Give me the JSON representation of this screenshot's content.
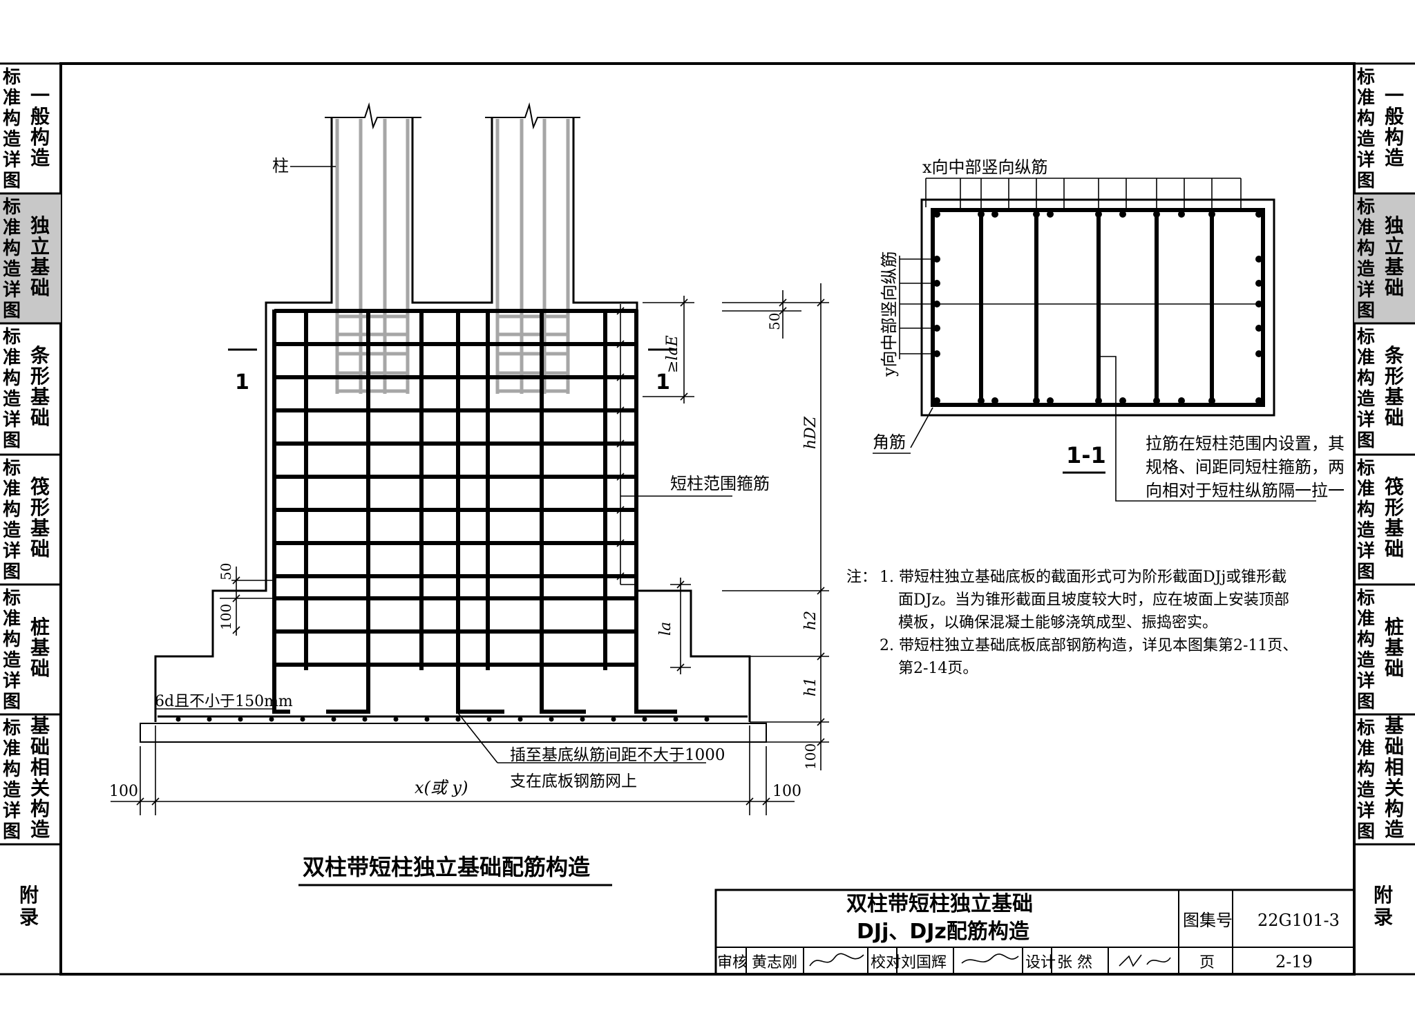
{
  "left_tabs": [
    {
      "label": "一般构造",
      "prefix": "标准构造详图",
      "active": false
    },
    {
      "label": "独立基础",
      "prefix": "标准构造详图",
      "active": true
    },
    {
      "label": "条形基础",
      "prefix": "标准构造详图",
      "active": false
    },
    {
      "label": "筏形基础",
      "prefix": "标准构造详图",
      "active": false
    },
    {
      "label": "桩基础",
      "prefix": "标准构造详图",
      "active": false
    },
    {
      "label": "基础相关构造",
      "prefix": "标准构造详图",
      "active": false
    }
  ],
  "appendix_tab": "附录",
  "main_drawing": {
    "title": "双柱带短柱独立基础配筋构造",
    "label_column": "柱",
    "label_stirrups": "短柱范围箍筋",
    "label_hook": "6d且不小于150mm",
    "label_insert_line1": "插至基底纵筋间距不大于1000",
    "label_insert_line2": "支在底板钢筋网上",
    "label_width": "x(或 y)",
    "dim_100_left": "100",
    "dim_100_right": "100",
    "dim_50_top": "50",
    "dim_50_left": "50",
    "dim_100_step": "100",
    "dim_100_bottom": "100",
    "dim_h_dz": "hDZ",
    "dim_h2": "h2",
    "dim_h1": "h1",
    "dim_lae": "≥laE",
    "dim_la": "la",
    "section_mark": "1"
  },
  "section_drawing": {
    "title": "1-1",
    "label_x_bars": "x向中部竖向纵筋",
    "label_y_bars": "y向中部竖向纵筋",
    "label_corner": "角筋",
    "note_tie": [
      "拉筋在短柱范围内设置，其",
      "规格、间距同短柱箍筋，两",
      "向相对于短柱纵筋隔一拉一"
    ]
  },
  "notes": {
    "prefix": "注：",
    "lines": [
      "1. 带短柱独立基础底板的截面形式可为阶形截面DJj或锥形截",
      "面DJz。当为锥形截面且坡度较大时，应在坡面上安装顶部",
      "模板，以确保混凝土能够浇筑成型、振捣密实。",
      "2. 带短柱独立基础底板底部钢筋构造，详见本图集第2-11页、",
      "第2-14页。"
    ]
  },
  "title_block": {
    "title_line1": "双柱带短柱独立基础",
    "title_line2": "DJj、DJz配筋构造",
    "atlas_label": "图集号",
    "atlas_no": "22G101-3",
    "review_label": "审核",
    "reviewer": "黄志刚",
    "check_label": "校对",
    "checker": "刘国辉",
    "design_label": "设计",
    "designer": "张 然",
    "page_label": "页",
    "page_no": "2-19"
  },
  "colors": {
    "tab_active": "#c8c8c8",
    "column_bars": "#a6a6a6",
    "ink": "#000000"
  }
}
